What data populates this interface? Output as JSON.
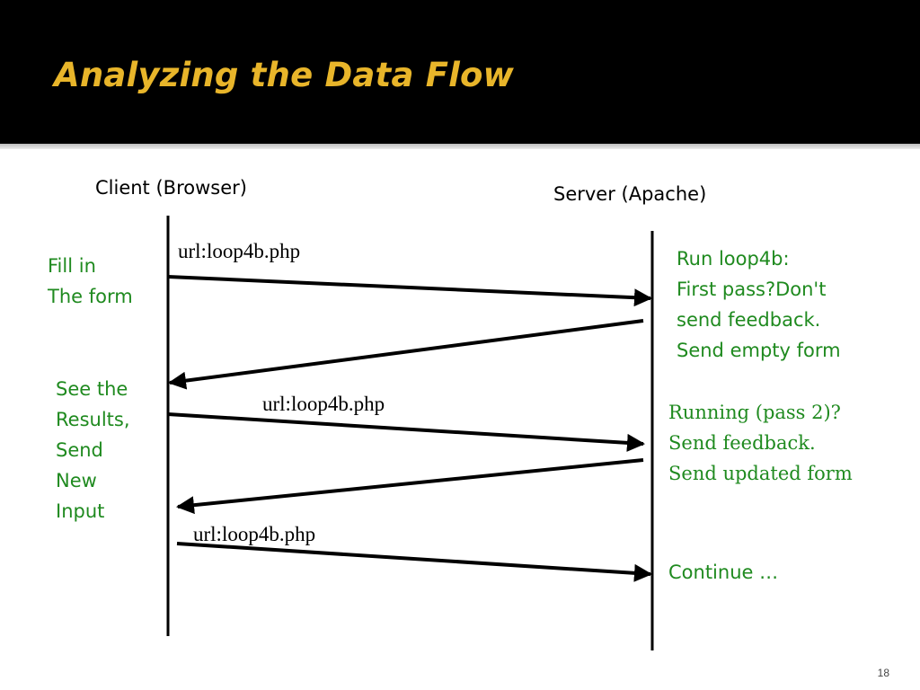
{
  "slide": {
    "title": "Analyzing the Data Flow",
    "page_number": "18"
  },
  "lifelines": {
    "client_label": "Client (Browser)",
    "server_label": "Server (Apache)"
  },
  "messages": [
    {
      "label": "url:loop4b.php",
      "direction": "client-to-server"
    },
    {
      "label": "",
      "direction": "server-to-client"
    },
    {
      "label": "url:loop4b.php",
      "direction": "client-to-server"
    },
    {
      "label": "",
      "direction": "server-to-client"
    },
    {
      "label": "url:loop4b.php",
      "direction": "client-to-server"
    }
  ],
  "client_notes": {
    "note1": [
      "Fill in",
      "The form"
    ],
    "note2": [
      "See the",
      "Results,",
      "Send",
      "New",
      "Input"
    ]
  },
  "server_notes": {
    "note1": [
      "Run loop4b:",
      "First pass?Don't",
      "send feedback.",
      "Send empty form"
    ],
    "note2": [
      "Running (pass 2)?",
      "Send feedback.",
      "Send updated form"
    ],
    "note3": [
      "Continue …"
    ]
  },
  "colors": {
    "title": "#e8b52a",
    "note_text": "#1f8a1f",
    "header_bg": "#000000"
  }
}
